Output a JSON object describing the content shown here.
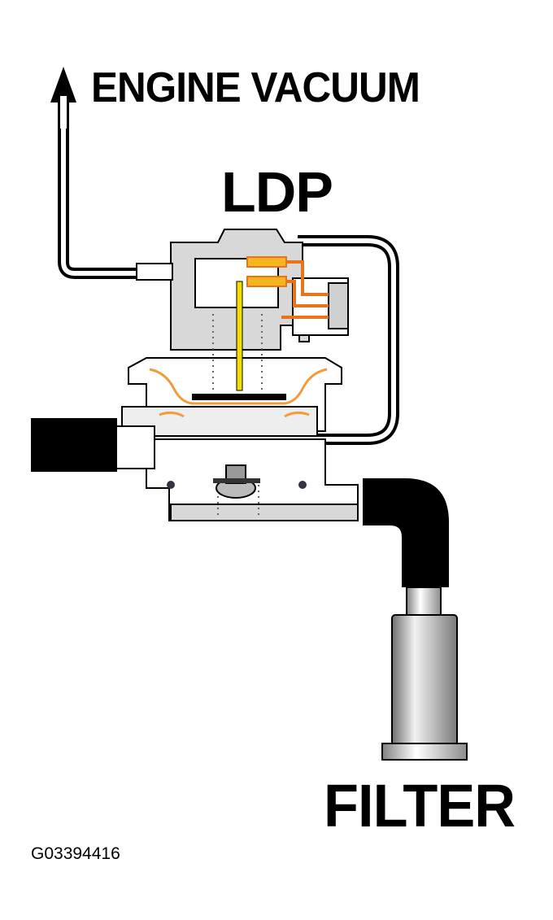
{
  "labels": {
    "engine_vacuum": "ENGINE VACUUM",
    "ldp": "LDP",
    "filter": "FILTER",
    "figure_id": "G03394416"
  },
  "colors": {
    "housing": "#ffffff",
    "housing_shade": "#c8c8c8",
    "outline": "#000000",
    "hose": "#000000",
    "solenoid_wire": "#e8731a",
    "diaphragm": "#f39a3c",
    "coil": "#f6b51e",
    "rod": "#f2e000",
    "filter_body": "#a8a8a8"
  }
}
